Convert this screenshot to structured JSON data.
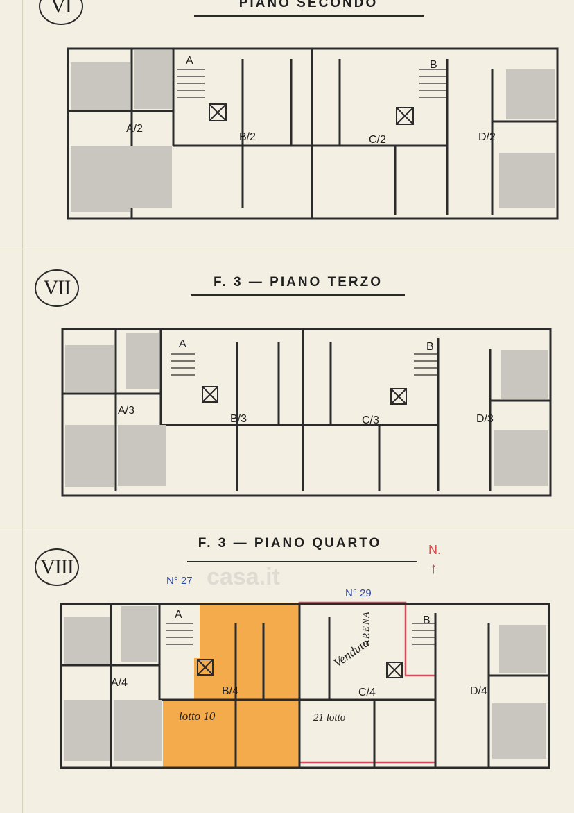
{
  "sections": [
    {
      "numeral": "VI",
      "title": "PIANO SECONDO",
      "units": [
        "A/2",
        "B/2",
        "C/2",
        "D/2"
      ],
      "stairs": [
        "A",
        "B"
      ]
    },
    {
      "numeral": "VII",
      "title": "F. 3 —  PIANO  TERZO",
      "units": [
        "A/3",
        "B/3",
        "C/3",
        "D/3"
      ],
      "stairs": [
        "A",
        "B"
      ]
    },
    {
      "numeral": "VIII",
      "title": "F. 3 —  PIANO  QUARTO",
      "units": [
        "A/4",
        "B/4",
        "C/4",
        "D/4"
      ],
      "stairs": [
        "A",
        "B"
      ]
    }
  ],
  "annotations": {
    "n27": "N° 27",
    "n29": "N° 29",
    "north": "N.",
    "arena": "ARENA",
    "venduto": "Venduto",
    "lotto10": "lotto 10",
    "lotto21": "21 lotto"
  },
  "watermark": "casa.it",
  "colors": {
    "highlight_orange": "#f4a33a",
    "highlight_red": "#d9485a",
    "annotation_blue": "#2b4aa8"
  }
}
